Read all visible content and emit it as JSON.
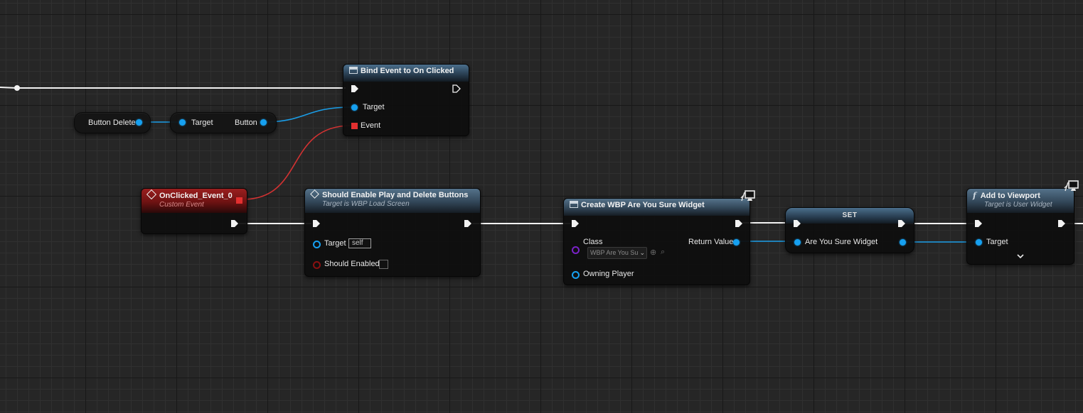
{
  "graph": {
    "nodes": {
      "bind_event": {
        "title": "Bind Event to On Clicked",
        "pins": {
          "target": "Target",
          "event": "Event"
        }
      },
      "button_delete": {
        "label": "Button Delete"
      },
      "get_button": {
        "target": "Target",
        "output": "Button"
      },
      "custom_event": {
        "title": "OnClicked_Event_0",
        "subtitle": "Custom Event"
      },
      "should_enable": {
        "title": "Should Enable Play and Delete Buttons",
        "subtitle": "Target is WBP Load Screen",
        "pins": {
          "target": "Target",
          "target_value": "self",
          "should_enabled": "Should Enabled"
        }
      },
      "create_widget": {
        "title": "Create WBP Are You Sure Widget",
        "pins": {
          "class": "Class",
          "class_value": "WBP Are You Su",
          "return_value": "Return Value",
          "owning_player": "Owning Player"
        }
      },
      "set_node": {
        "title": "SET",
        "pins": {
          "variable": "Are You Sure Widget"
        }
      },
      "add_to_viewport": {
        "title": "Add to Viewport",
        "subtitle": "Target is User Widget",
        "pins": {
          "target": "Target"
        }
      }
    }
  },
  "colors": {
    "exec_wire": "#f2f2f2",
    "object_wire": "#1a9ee8",
    "delegate_wire": "#d23232",
    "canvas_bg": "#262626"
  },
  "icons": {
    "function_node": "function-window-icon",
    "event_node": "event-diamond-icon",
    "function_f": "f-icon",
    "client_only": "monitor-icon"
  }
}
